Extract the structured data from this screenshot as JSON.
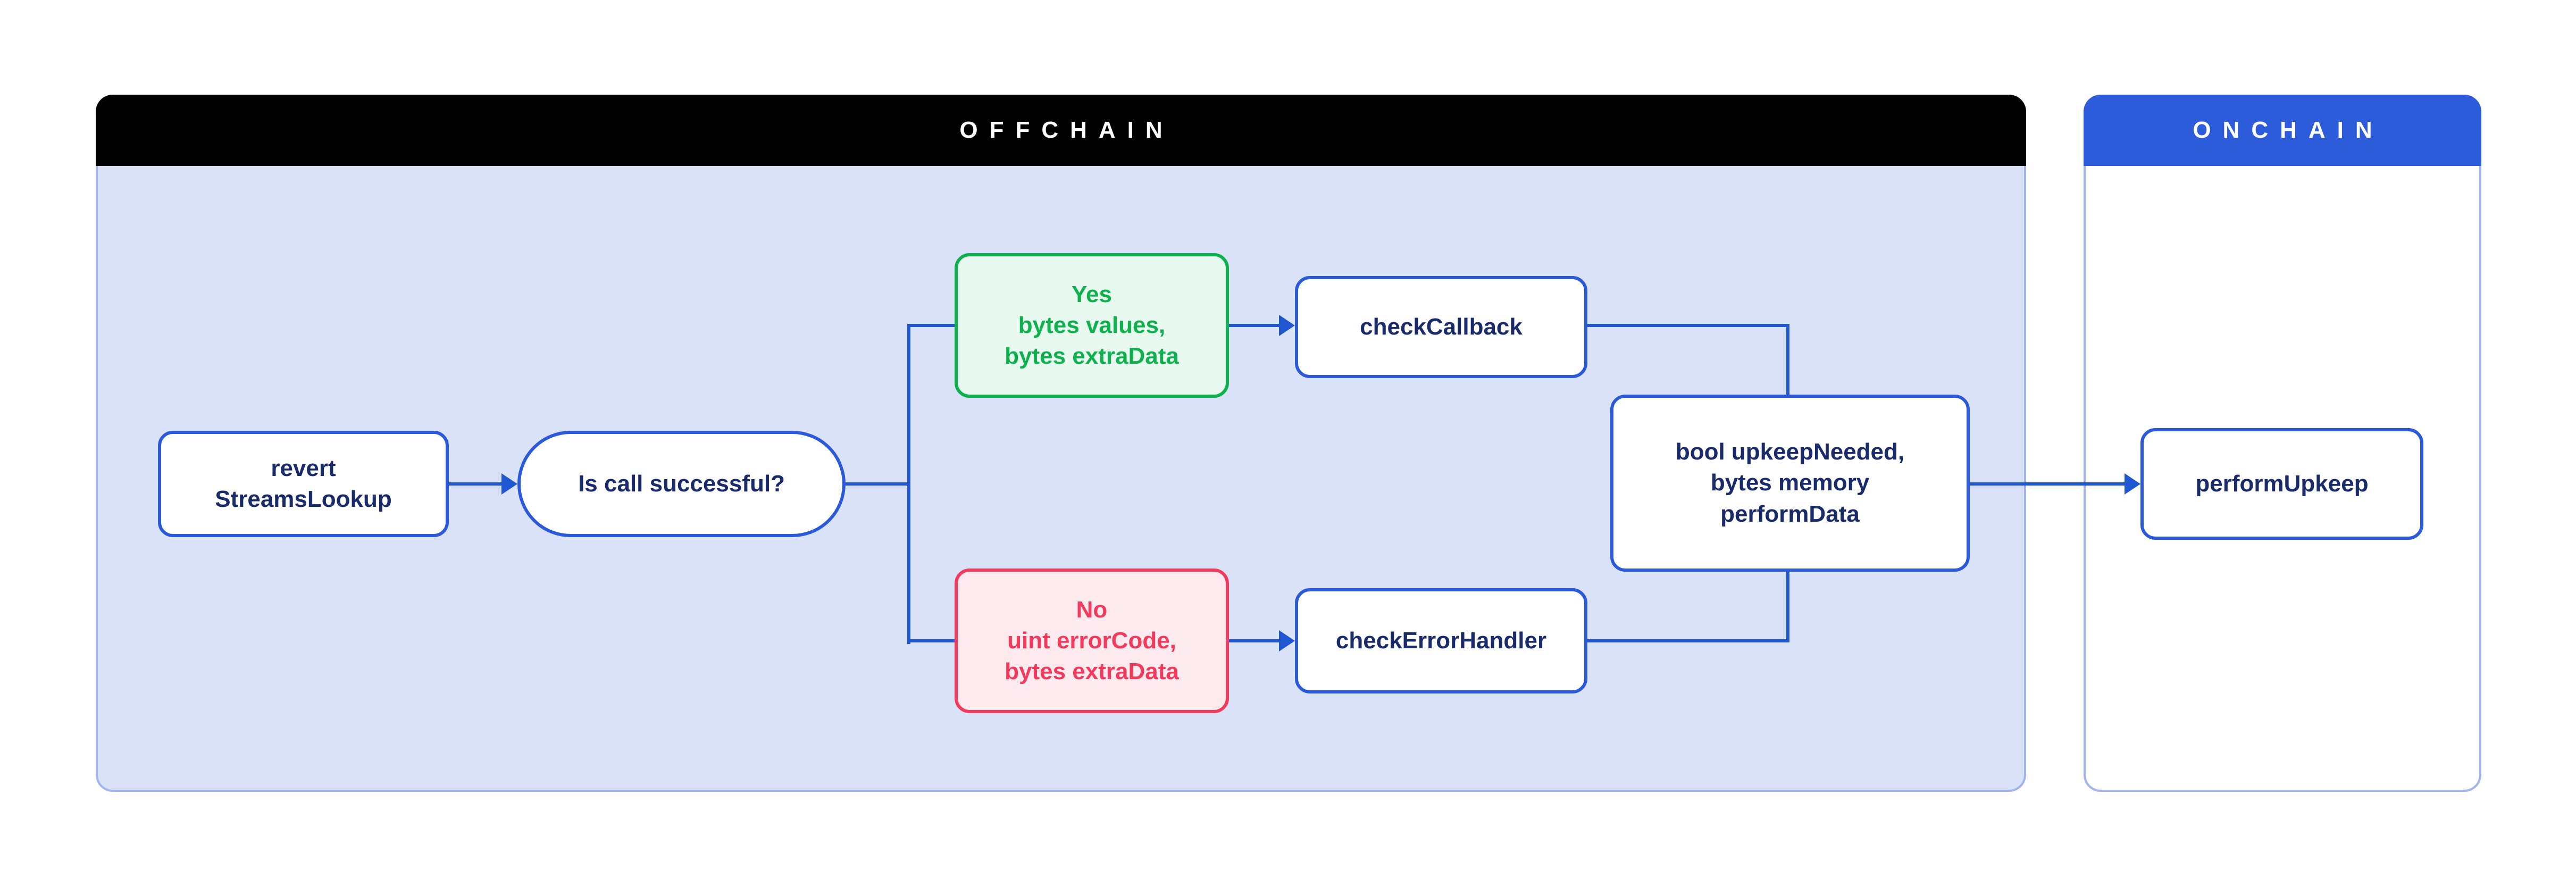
{
  "colors": {
    "line": "#1F57D3",
    "border_blue": "#2B59DB",
    "navy": "#1A2B6B",
    "green": "#0EB14E",
    "green_bg": "#E8FAF0",
    "red": "#F23A5D",
    "red_bg": "#FDEAEE",
    "offchain_bg": "#DAE2F8",
    "panel_border": "#A2B3EF",
    "offchain_header": "#000000",
    "onchain_header": "#2D5CDB",
    "header_text": "#FFFFFF"
  },
  "panels": {
    "offchain": {
      "title": "OFFCHAIN"
    },
    "onchain": {
      "title": "ONCHAIN"
    }
  },
  "nodes": {
    "revert": {
      "label": "revert\nStreamsLookup"
    },
    "decision": {
      "label": "Is call successful?"
    },
    "yes_branch": {
      "label": "Yes\nbytes values,\nbytes extraData"
    },
    "no_branch": {
      "label": "No\nuint errorCode,\nbytes extraData"
    },
    "check_callback": {
      "label": "checkCallback"
    },
    "check_error_handler": {
      "label": "checkErrorHandler"
    },
    "output": {
      "label": "bool upkeepNeeded,\nbytes memory\nperformData"
    },
    "perform_upkeep": {
      "label": "performUpkeep"
    }
  }
}
